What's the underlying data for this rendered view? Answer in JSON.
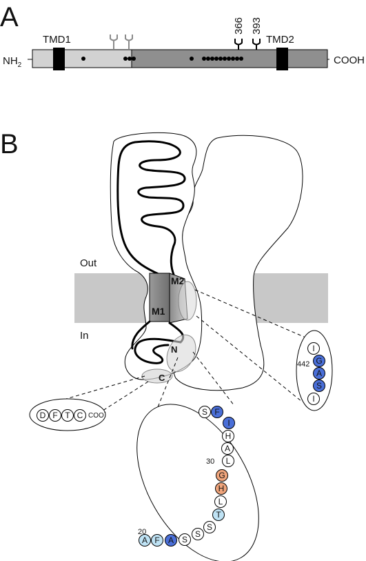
{
  "panel_a": {
    "letter": "A",
    "n_terminus": "NH",
    "n_terminus_sub": "2",
    "c_terminus": "COOH",
    "tmd1_label": "TMD1",
    "tmd2_label": "TMD2",
    "glyco_label_1": "366",
    "glyco_label_2": "393"
  },
  "panel_b": {
    "letter": "B",
    "out_label": "Out",
    "in_label": "In",
    "m1_label": "M1",
    "m2_label": "M2",
    "n_label": "N",
    "c_label": "C",
    "c_tail": {
      "residues": [
        "D",
        "F",
        "T",
        "C"
      ],
      "suffix": "COO",
      "suffix_sup": "-"
    },
    "m2_inset": {
      "number": "442",
      "residues": [
        "I",
        "G",
        "A",
        "S",
        "I"
      ]
    },
    "n_inset": {
      "number_30": "30",
      "number_20": "20",
      "residues": [
        "S",
        "F",
        "I",
        "H",
        "A",
        "L",
        "G",
        "H",
        "L",
        "T",
        "S",
        "S",
        "S",
        "A",
        "F",
        "A"
      ]
    }
  },
  "colors": {
    "blue": "#4a6fd8",
    "light_blue": "#bfe3f5",
    "orange": "#f0a57c",
    "membrane": "#c8c8c8",
    "ecd_dark": "#8f8f8f",
    "ecd_light": "#d2d2d2"
  }
}
